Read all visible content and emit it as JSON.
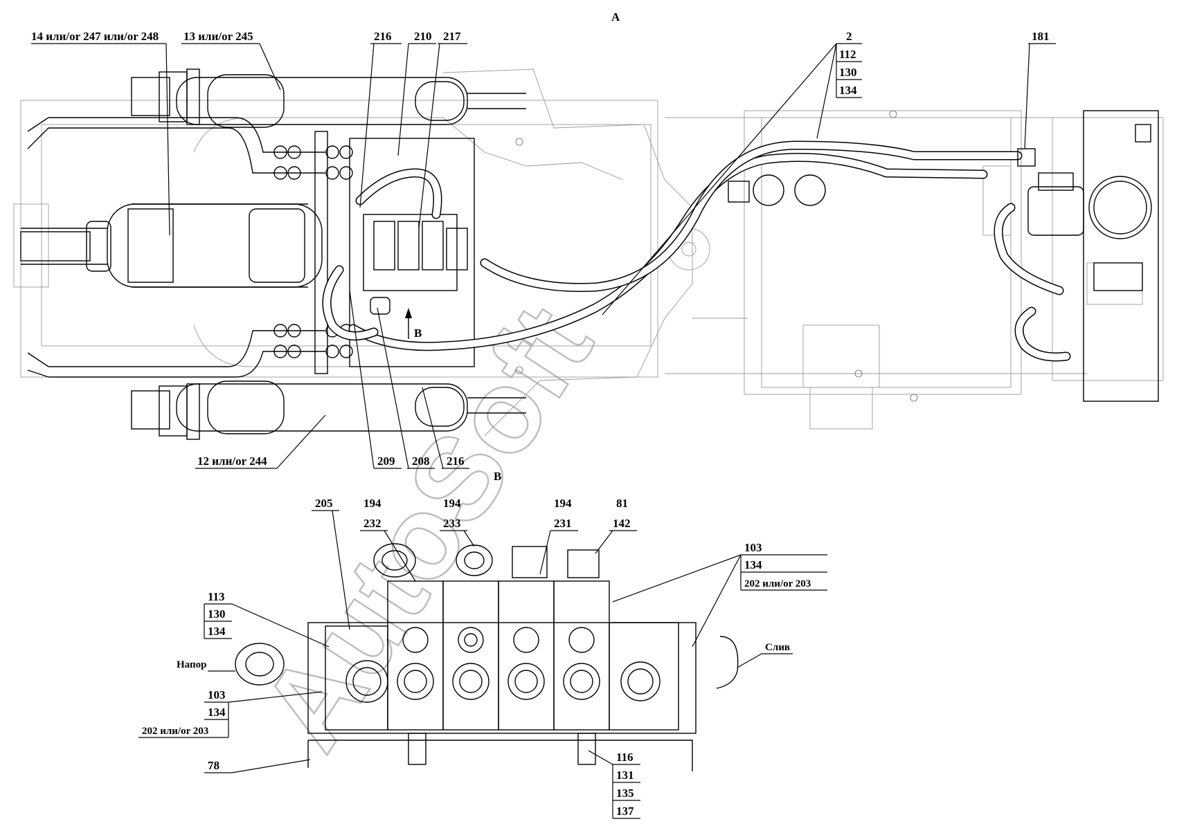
{
  "watermark": "AutoSoft",
  "views": {
    "a": "A",
    "b_arrow": "B",
    "b_title": "B"
  },
  "callouts": {
    "top_left_1": "14 или/or 247 или/or 248",
    "top_left_2": "13 или/or 245",
    "c216_top": "216",
    "c210": "210",
    "c217": "217",
    "stack_2": [
      "2",
      "112",
      "130",
      "134"
    ],
    "c181": "181",
    "bottom_left": "12 или/or 244",
    "c209": "209",
    "c208": "208",
    "c216_bottom": "216"
  },
  "detail_b": {
    "c205": "205",
    "s194_232": [
      "194",
      "232"
    ],
    "s194_233": [
      "194",
      "233"
    ],
    "s194_231": [
      "194",
      "231"
    ],
    "s81_142": [
      "81",
      "142"
    ],
    "s103_right": [
      "103",
      "134",
      "202 или/or 203"
    ],
    "s113": [
      "113",
      "130",
      "134"
    ],
    "label_pressure": "Напор",
    "label_drain": "Слив",
    "s103_left": [
      "103",
      "134",
      "202 или/or 203"
    ],
    "c78": "78",
    "s116": [
      "116",
      "131",
      "135",
      "137"
    ]
  }
}
